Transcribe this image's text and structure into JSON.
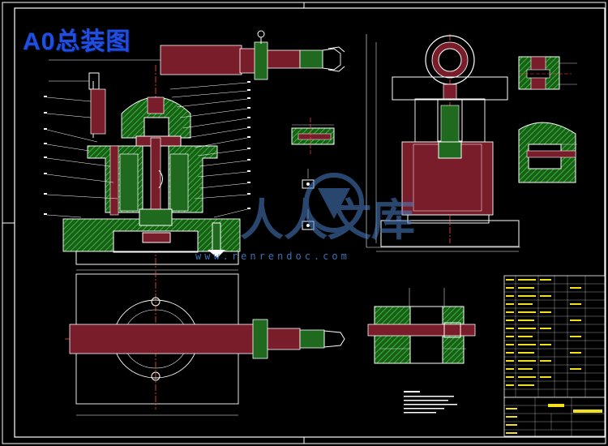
{
  "title": "A0总装图",
  "watermark": {
    "text": "人人文库",
    "site": "www.renrendoc.com"
  },
  "colors": {
    "background": "#000000",
    "lines": "#ffffff",
    "body_fill": "#1f6a1f",
    "hatch": "#1fb51f",
    "part_fill": "#8a1f2f",
    "cyan": "#27c8d8",
    "yellow": "#f0e020",
    "title_blue": "#1f4fe0",
    "watermark": "#4b82c8"
  }
}
